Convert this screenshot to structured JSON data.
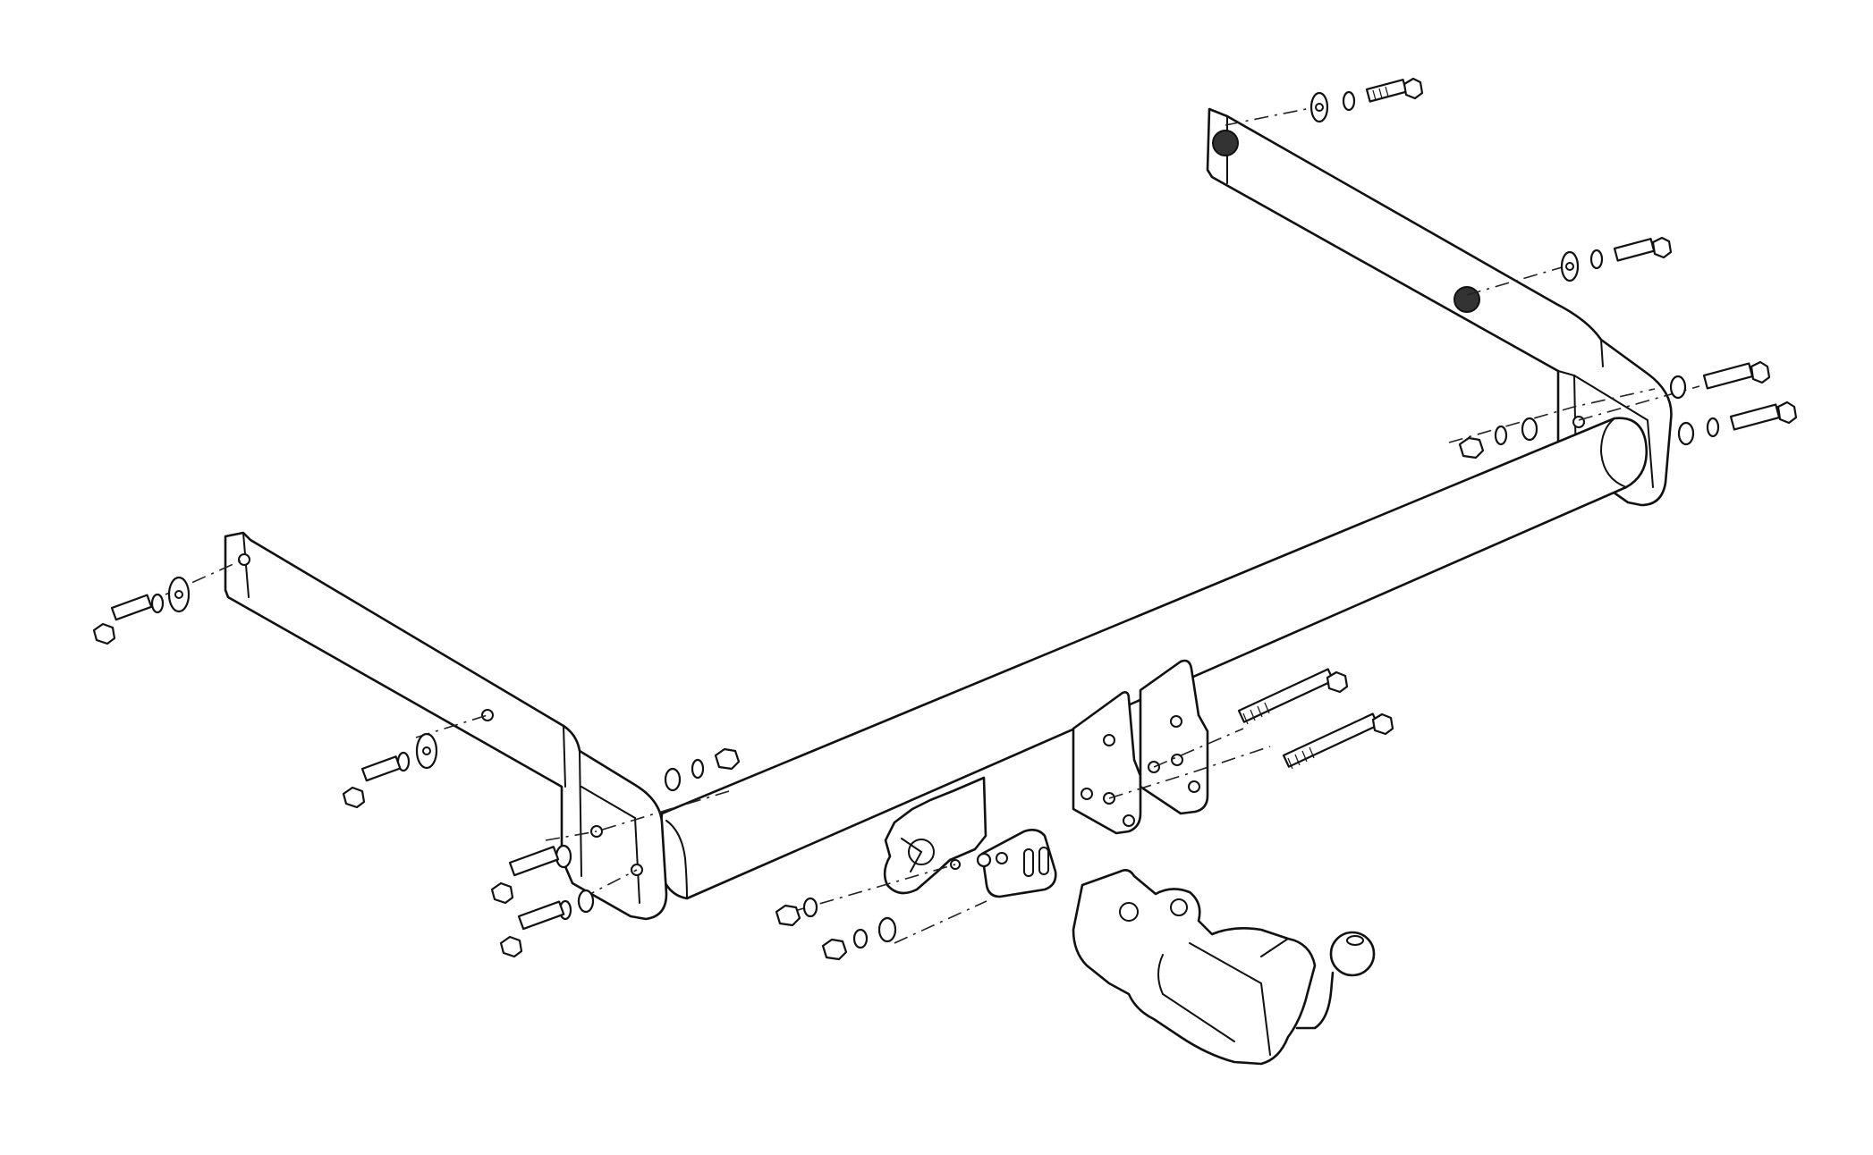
{
  "diagram": {
    "type": "exploded-assembly",
    "colors": {
      "line": "#111111",
      "background": "#ffffff",
      "nut_fill": "#333333"
    },
    "parts": [
      "tow-bar-crossbeam",
      "left-side-bracket",
      "right-side-bracket",
      "center-mounting-plate",
      "socket-plate",
      "tow-ball-neck",
      "bolts",
      "washers",
      "nuts"
    ]
  }
}
